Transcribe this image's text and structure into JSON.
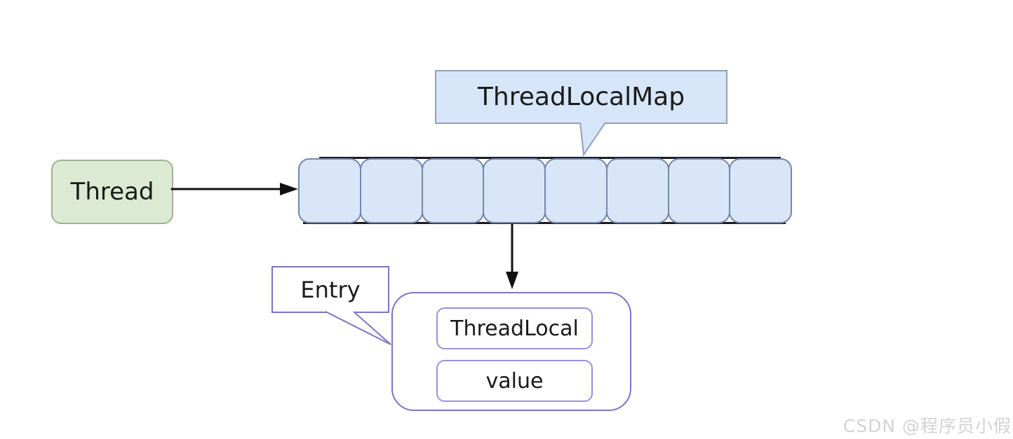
{
  "diagram": {
    "thread": {
      "label": "Thread"
    },
    "map_callout": {
      "label": "ThreadLocalMap"
    },
    "array": {
      "cell_count": 8
    },
    "entry_callout": {
      "label": "Entry"
    },
    "entry": {
      "fields": [
        {
          "label": "ThreadLocal"
        },
        {
          "label": "value"
        }
      ]
    },
    "watermark": {
      "text": "CSDN @程序员小假"
    },
    "colors": {
      "thread_fill": "#dcead3",
      "thread_border": "#9db394",
      "cell_fill": "#d9e6f8",
      "cell_border": "#7487ae",
      "callout_fill": "#d7e5f8",
      "callout_border": "#92a1bd",
      "entry_border": "#7d74c8",
      "entry_inner_border": "#9a92dc",
      "arrow": "#111111",
      "dark_line": "#1b1b26",
      "text": "#1a1a1a",
      "watermark": "#d3d3d3"
    }
  }
}
